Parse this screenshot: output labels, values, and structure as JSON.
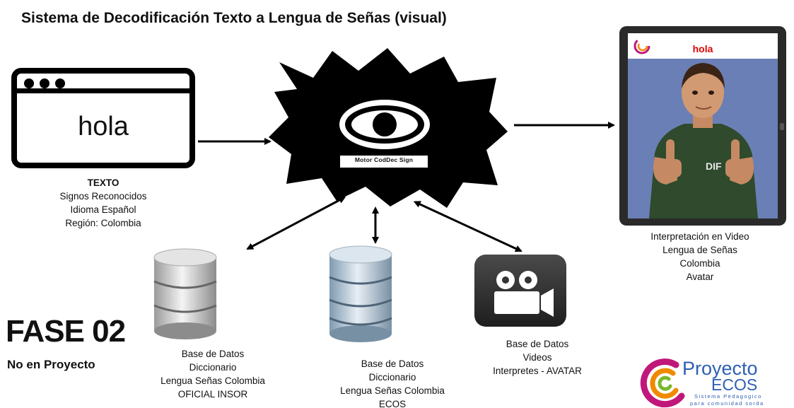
{
  "title": "Sistema de Decodificación Texto a Lengua de Señas (visual)",
  "input": {
    "browser_text": "hola",
    "caption_title": "TEXTO",
    "caption_lines": [
      "Signos Reconocidos",
      "Idioma Español",
      "Región: Colombia"
    ]
  },
  "engine": {
    "label": "Motor  CodDec Sign"
  },
  "output": {
    "screen_text": "hola",
    "shirt_text": "DIF",
    "caption_lines": [
      "Interpretación en Video",
      "Lengua de Señas",
      "Colombia",
      "Avatar"
    ]
  },
  "databases": [
    {
      "lines": [
        "Base de Datos",
        "Diccionario",
        "Lengua Señas Colombia",
        "OFICIAL INSOR"
      ]
    },
    {
      "lines": [
        "Base de Datos",
        "Diccionario",
        "Lengua Señas Colombia",
        "ECOS"
      ]
    },
    {
      "lines": [
        "Base de Datos",
        "Videos",
        "Interpretes - AVATAR"
      ]
    }
  ],
  "phase": {
    "label": "FASE 02",
    "note": "No en Proyecto"
  },
  "logo": {
    "line1": "Proyecto",
    "line2": "ECOS",
    "tag1": "Sistema Pedagogico",
    "tag2": "para comunidad sorda"
  },
  "colors": {
    "engine_fill": "#000000",
    "screen_bg": "#6a7fb5",
    "screen_title": "#e00000",
    "logo_blue": "#2d5fb3",
    "logo_magenta": "#c0187a",
    "logo_orange": "#f08a00",
    "logo_green": "#7ab829"
  }
}
